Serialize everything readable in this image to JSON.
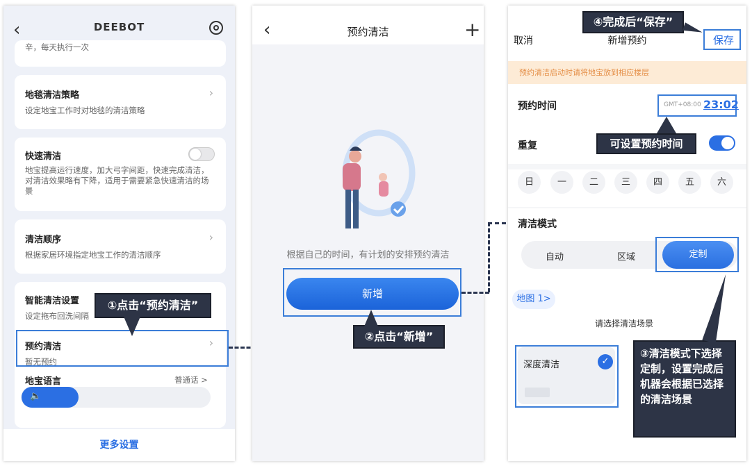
{
  "panel1": {
    "title": "DEEBOT",
    "truncated_text": "辛，每天执行一次",
    "cards": [
      {
        "title": "地毯清洁策略",
        "desc": "设定地宝工作时对地毯的清洁策略"
      },
      {
        "title": "快速清洁",
        "desc": "地宝提高运行速度，加大弓字间距，快速完成清洁，对清洁效果略有下降，适用于需要紧急快速清洁的场景"
      },
      {
        "title": "清洁顺序",
        "desc": "根据家居环境指定地宝工作的清洁顺序"
      },
      {
        "title": "智能清洁设置",
        "desc": "设定拖布回洗间隔"
      },
      {
        "title": "预约清洁",
        "desc": "暂无预约"
      }
    ],
    "language": {
      "label": "地宝语言",
      "value": "普通话 >"
    },
    "more_settings": "更多设置"
  },
  "panel2": {
    "title": "预约清洁",
    "empty_text": "根据自己的时间，有计划的安排预约清洁",
    "add_button": "新增"
  },
  "panel3": {
    "cancel": "取消",
    "title": "新增预约",
    "save": "保存",
    "tip": "预约清洁启动时请将地宝放到相应楼层",
    "schedule_label": "预约时间",
    "timezone": "GMT+08:00",
    "time": "23:02",
    "repeat_label": "重复",
    "days": [
      "日",
      "一",
      "二",
      "三",
      "四",
      "五",
      "六"
    ],
    "mode_label": "清洁模式",
    "modes": [
      "自动",
      "区域",
      "定制"
    ],
    "selected_mode": "定制",
    "map_chip": "地图 1>",
    "scene_prompt": "请选择清洁场景",
    "scene_name": "深度清洁"
  },
  "callouts": {
    "step1": "①点击“预约清洁”",
    "step2": "②点击“新增”",
    "step3": "③清洁模式下选择定制，设置完成后机器会根据已选择的清洁场景",
    "step4": "④完成后“保存”",
    "time_hint": "可设置预约时间"
  },
  "colors": {
    "accent": "#2b6fe3",
    "callout_bg": "#2d3446",
    "highlight": "#3b7dd8",
    "tip_bg": "#fdebd6"
  }
}
